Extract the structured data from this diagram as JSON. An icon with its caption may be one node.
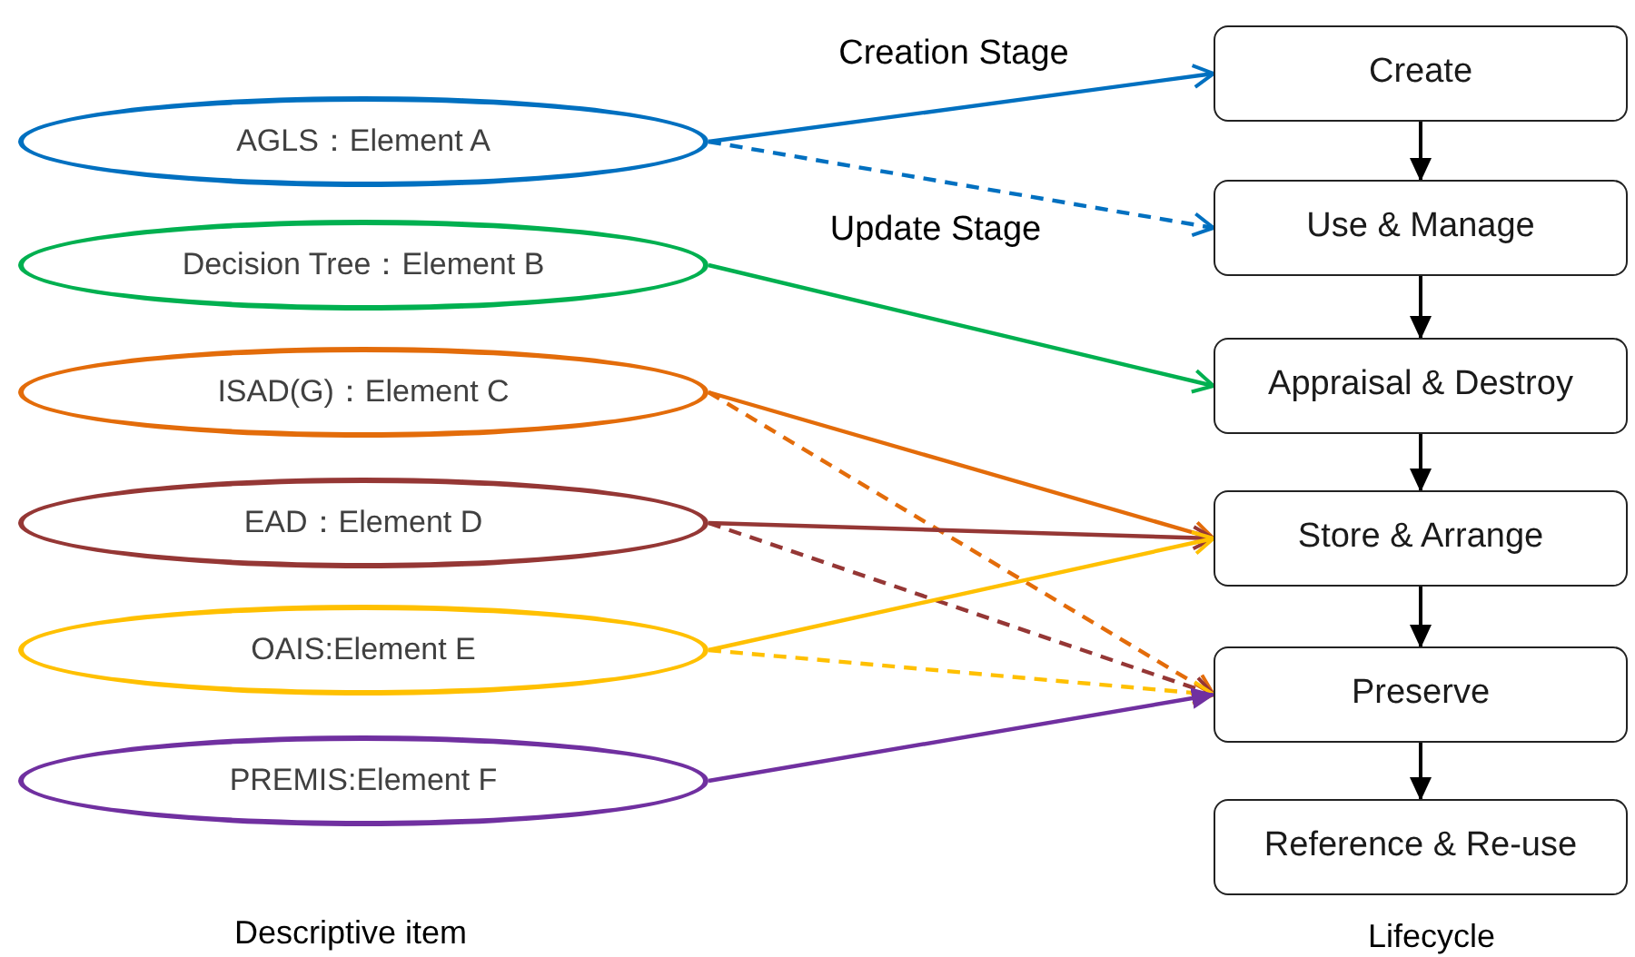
{
  "diagram": {
    "nodes": [
      {
        "text": [
          "AGLS：Element A"
        ]
      },
      {
        "text": [
          "Decision Tree：Element B"
        ]
      },
      {
        "text": [
          "ISAD(G)：Element C"
        ]
      },
      {
        "text": [
          "EAD：Element D"
        ]
      },
      {
        "text": [
          "OAIS:Element E"
        ]
      },
      {
        "text": [
          "PREMIS:Element F"
        ]
      },
      {
        "text": [
          "Create"
        ]
      },
      {
        "text": [
          "Use & Manage"
        ]
      },
      {
        "text": [
          "Appraisal & Destroy"
        ]
      },
      {
        "text": [
          "Store & Arrange"
        ]
      },
      {
        "text": [
          "Preserve"
        ]
      },
      {
        "text": [
          "Reference & Re-use"
        ]
      }
    ],
    "edges": [
      {
        "from": 0,
        "to": 6,
        "arrow": "to",
        "label": "Creation Stage",
        "color": "#0070c0"
      },
      {
        "from": 0,
        "to": 7,
        "arrow": "to",
        "label": "Update Stage",
        "style": "dashed",
        "color": "#0070c0"
      },
      {
        "from": 1,
        "to": 8,
        "arrow": "to",
        "color": "#00b050"
      },
      {
        "from": 2,
        "to": 9,
        "arrow": "to",
        "color": "#e36c0a"
      },
      {
        "from": 2,
        "to": 10,
        "arrow": "to",
        "style": "dashed",
        "color": "#e36c0a"
      },
      {
        "from": 3,
        "to": 9,
        "arrow": "to",
        "color": "#953735"
      },
      {
        "from": 3,
        "to": 10,
        "arrow": "to",
        "style": "dashed",
        "color": "#953735"
      },
      {
        "from": 4,
        "to": 9,
        "arrow": "to",
        "color": "#ffc000"
      },
      {
        "from": 4,
        "to": 10,
        "arrow": "to",
        "style": "dashed",
        "color": "#ffc000"
      },
      {
        "from": 5,
        "to": 10,
        "arrow": "to",
        "color": "#7030a0"
      },
      {
        "from": 6,
        "to": 7,
        "arrow": "to"
      },
      {
        "from": 7,
        "to": 8,
        "arrow": "to"
      },
      {
        "from": 8,
        "to": 9,
        "arrow": "to"
      },
      {
        "from": 9,
        "to": 10,
        "arrow": "to"
      },
      {
        "from": 10,
        "to": 11,
        "arrow": "to"
      }
    ],
    "labels": [
      "Descriptive item",
      "Lifecycle"
    ]
  }
}
